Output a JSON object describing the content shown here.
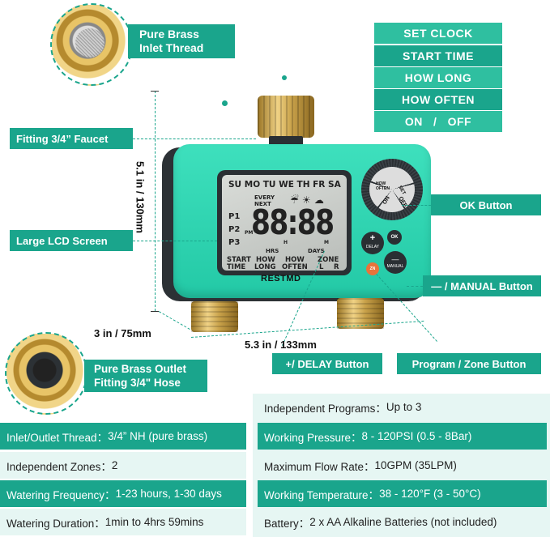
{
  "callouts": {
    "inlet_thread": "Pure Brass\nInlet Thread",
    "fitting_faucet": "Fitting 3/4” Faucet",
    "lcd_screen": "Large LCD Screen",
    "ok_button": "OK Button",
    "manual_button": "— / MANUAL Button",
    "delay_button": "+/ DELAY Button",
    "program_zone_button": "Program / Zone Button",
    "outlet_thread": "Pure Brass Outlet\nFitting 3/4\" Hose"
  },
  "menu": [
    "SET CLOCK",
    "START TIME",
    "HOW LONG",
    "HOW OFTEN",
    "ON   /   OFF"
  ],
  "dimensions": {
    "height": "5.1 in / 130mm",
    "depth": "3 in / 75mm",
    "width": "5.3 in / 133mm"
  },
  "device": {
    "brand": "RESTMD",
    "lcd_days": "SU MO TU WE TH FR SA",
    "lcd_every": "EVERY",
    "lcd_next": "NEXT",
    "lcd_p1": "P1",
    "lcd_p2": "P2",
    "lcd_p3": "P3",
    "lcd_pm": "PM",
    "lcd_digits": "88:88",
    "lcd_hrs": "HRS",
    "lcd_days_label": "DAYS",
    "lcd_h": "H",
    "lcd_m": "M",
    "lcd_start": "START",
    "lcd_time": "TIME",
    "lcd_how1": "HOW",
    "lcd_long": "LONG",
    "lcd_how2": "HOW",
    "lcd_often": "OFTEN",
    "lcd_zone": "ZONE",
    "lcd_l": "L",
    "lcd_r": "R",
    "btn_plus": "+",
    "btn_delay": "DELAY",
    "btn_ok": "OK",
    "btn_minus": "—",
    "btn_manual": "MANUAL",
    "btn_zn": "ZN",
    "dial_set": "SET",
    "dial_clock": "CLOCK",
    "dial_how_often": "HOW OFTEN",
    "dial_on": "ON",
    "dial_off": "OFF"
  },
  "specs_left": [
    {
      "label": "Inlet/Outlet Thread：",
      "value": "3/4” NH (pure brass)"
    },
    {
      "label": "Independent Zones：",
      "value": "2"
    },
    {
      "label": "Watering Frequency：",
      "value": "1-23 hours, 1-30 days"
    },
    {
      "label": "Watering Duration：",
      "value": "1min to 4hrs 59mins"
    }
  ],
  "specs_right": [
    {
      "label": "Independent Programs：",
      "value": "Up to 3"
    },
    {
      "label": "Working Pressure：",
      "value": "8 - 120PSI (0.5 - 8Bar)"
    },
    {
      "label": "Maximum Flow Rate：",
      "value": "10GPM (35LPM)"
    },
    {
      "label": "Working Temperature：",
      "value": "38 - 120°F (3 - 50°C)"
    },
    {
      "label": "Battery：",
      "value": "2 x AA Alkaline Batteries (not included)"
    }
  ],
  "colors": {
    "accent": "#1aa58c",
    "light_accent": "#e6f6f3",
    "device_body": "#2fd6b4",
    "brass": "#c9a24a"
  }
}
